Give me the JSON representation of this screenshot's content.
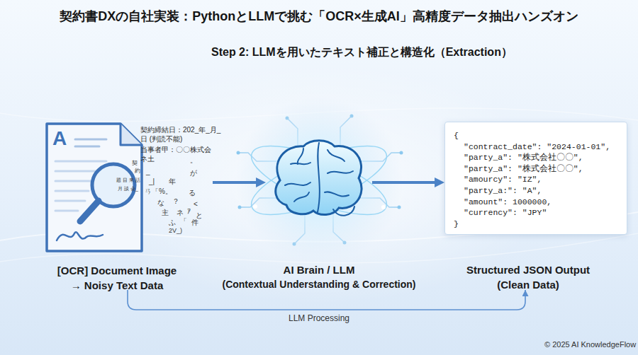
{
  "diagram": {
    "title": "契約書DXの自社実装：PythonとLLMで挑む「OCR×生成AI」高精度データ抽出ハンズオン",
    "nodes": [
      {
        "text": [
          "契約締結日：202_年_月_日 (判読不能)",
          "当事者甲：〇〇株式会ネ土",
          "[OCR] Document Image",
          "→ Noisy Text Data"
        ]
      },
      {
        "text": [
          "AI Brain / LLM",
          "(Contextual Understanding & Correction)"
        ]
      },
      {
        "text": [
          "{",
          "\"contract_date\": \"2024-01-01\",",
          "\"party_a\": \"株式会社〇〇\",",
          "\"party_a\": \"株式会社〇〇\",",
          "\"amourcy\": \"IZ\",",
          "\"party_a:\": \"A\",",
          "\"amount\": 1000000,",
          "\"currency\": \"JPY\"",
          "}",
          "Structured JSON Output",
          "(Clean Data)"
        ]
      }
    ],
    "edges": [
      {
        "from": 0,
        "to": 1,
        "arrow": "to"
      },
      {
        "from": 1,
        "to": 2,
        "arrow": "to"
      },
      {
        "from": 0,
        "to": 2,
        "label": "LLM Processing",
        "arrow": "to"
      }
    ],
    "labels": [
      "Step 2: LLMを用いたテキスト補正と構造化（Extraction）",
      "A",
      "。",
      "契",
      "約",
      "_",
      "が",
      "_|",
      "年",
      "題 目 来 話",
      "月 談 会_",
      "ㄢ「%。",
      "る",
      "な",
      "？",
      "<",
      "主",
      "ネ",
      "ｱ",
      "と",
      "ふ",
      "「",
      "件",
      "2V_)",
      "© 2025 AI KnowledgeFlow"
    ]
  }
}
